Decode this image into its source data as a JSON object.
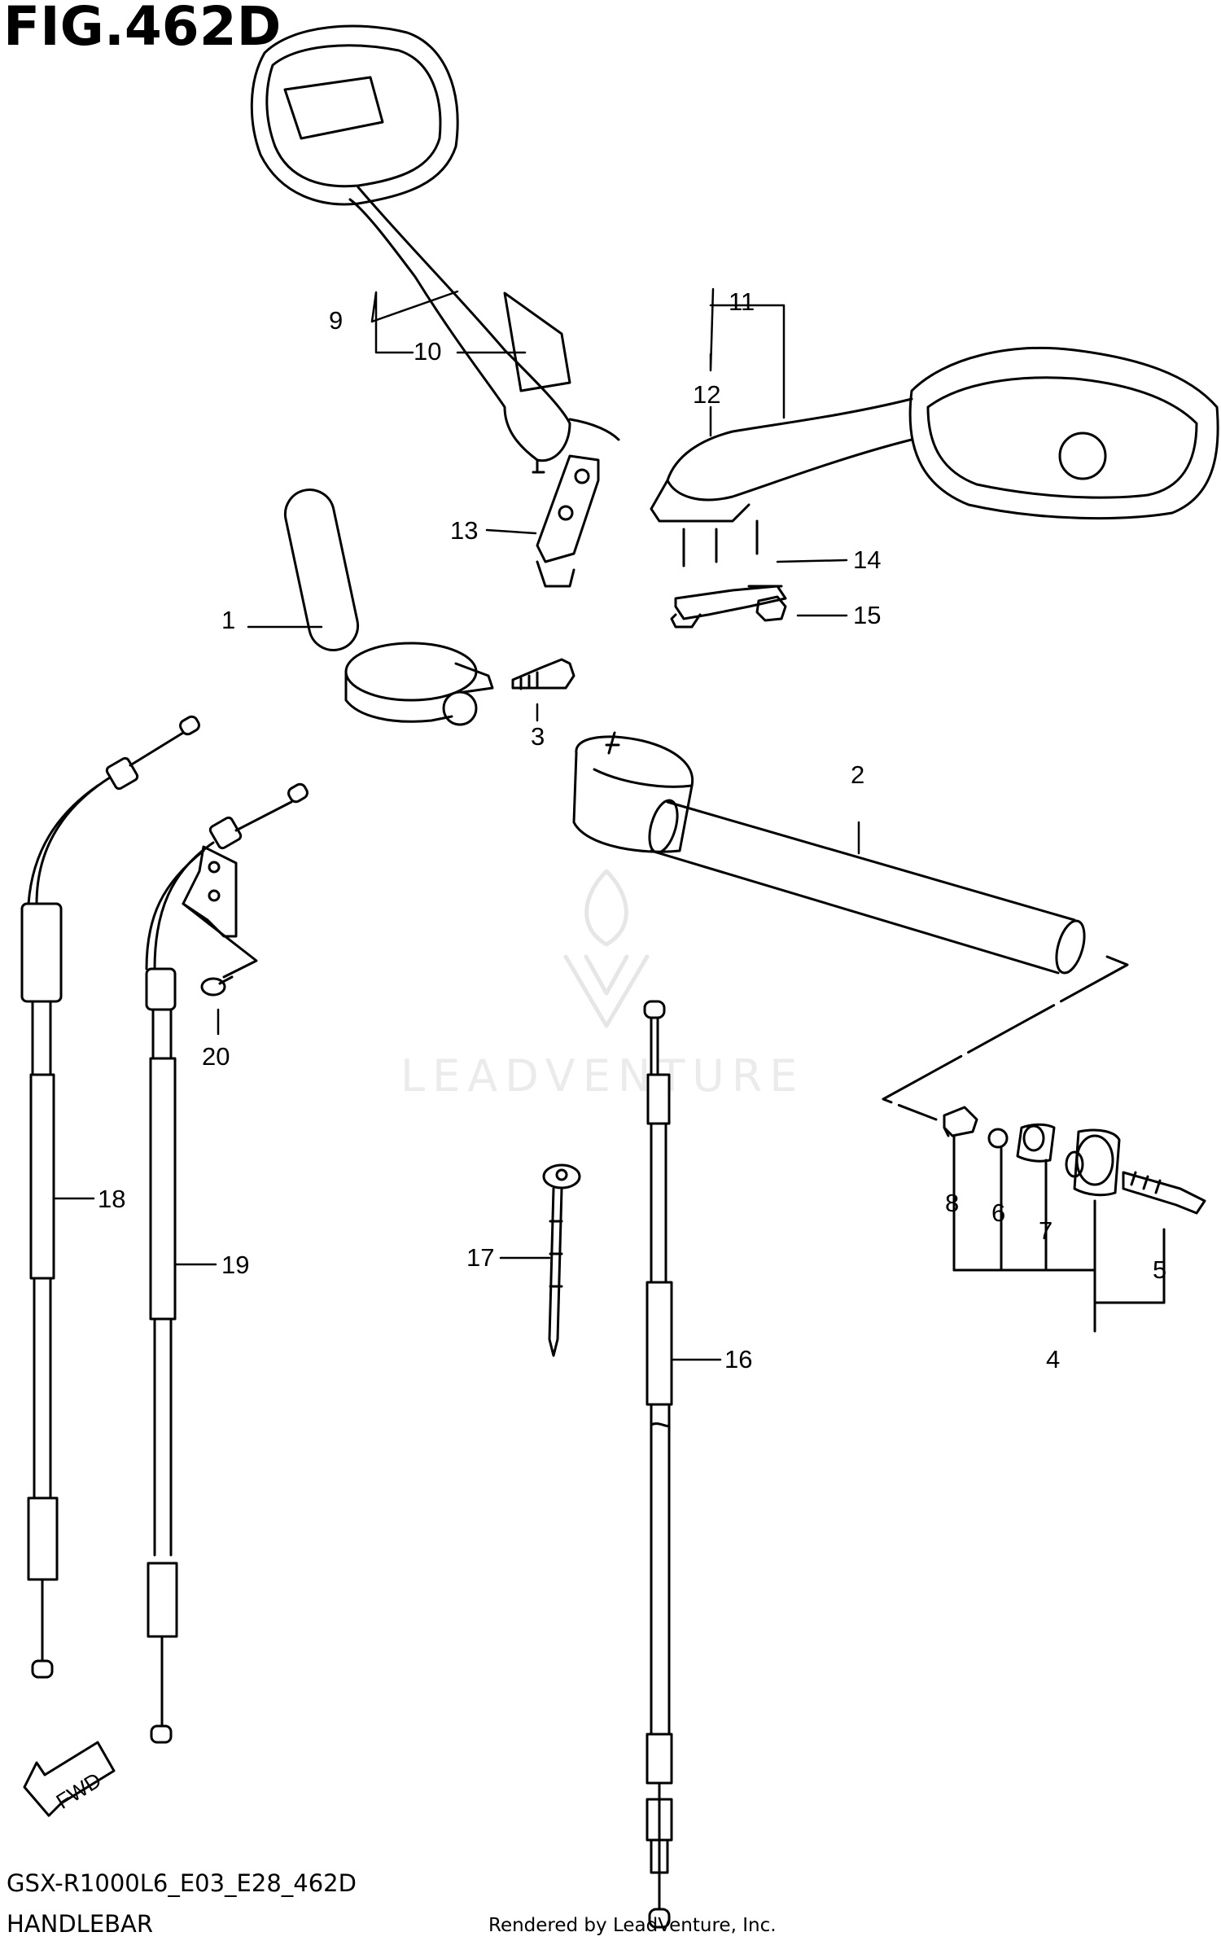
{
  "header": {
    "figure_title": "FIG.462D"
  },
  "footer": {
    "diagram_code": "GSX-R1000L6_E03_E28_462D",
    "diagram_name": "HANDLEBAR",
    "credit": "Rendered by LeadVenture, Inc."
  },
  "watermark": {
    "text": "LEADVENTURE"
  },
  "direction_badge": {
    "label": "FWD"
  },
  "callouts": {
    "c1": "1",
    "c2": "2",
    "c3": "3",
    "c4": "4",
    "c5": "5",
    "c6": "6",
    "c7": "7",
    "c8": "8",
    "c9": "9",
    "c10": "10",
    "c11": "11",
    "c12": "12",
    "c13": "13",
    "c14": "14",
    "c15": "15",
    "c16": "16",
    "c17": "17",
    "c18": "18",
    "c19": "19",
    "c20": "20"
  },
  "colors": {
    "line": "#000000",
    "background": "#ffffff",
    "watermark": "#ebebeb"
  }
}
